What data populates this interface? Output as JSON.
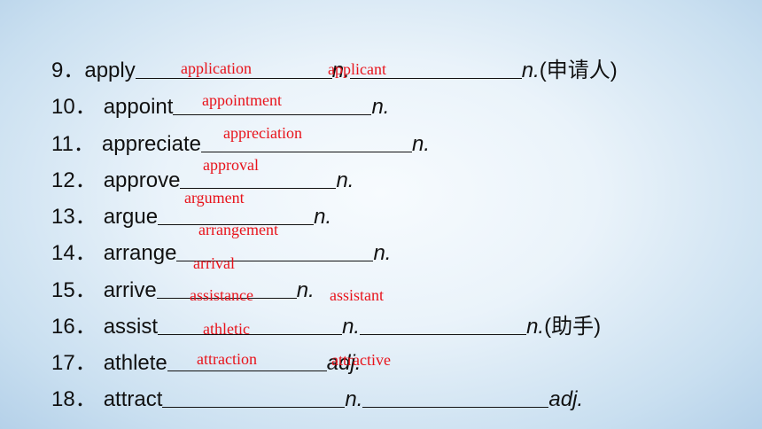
{
  "rows": [
    {
      "num": "9．",
      "word": "apply",
      "pos1": "n.",
      "pos2": "n.",
      "note": "(申请人)"
    },
    {
      "num": "10．",
      "word": "appoint",
      "pos1": "n."
    },
    {
      "num": "11．",
      "word": "appreciate",
      "pos1": "n."
    },
    {
      "num": "12．",
      "word": "approve",
      "pos1": "n."
    },
    {
      "num": "13．",
      "word": "argue",
      "pos1": "n."
    },
    {
      "num": "14．",
      "word": "arrange",
      "pos1": "n."
    },
    {
      "num": "15．",
      "word": "arrive",
      "pos1": "n."
    },
    {
      "num": "16．",
      "word": "assist",
      "pos1": "n.",
      "pos2": "n.",
      "note": "(助手)"
    },
    {
      "num": "17．",
      "word": "athlete",
      "pos1": "adj."
    },
    {
      "num": "18．",
      "word": "attract",
      "pos1": "n.",
      "pos2": "adj."
    }
  ],
  "answers": {
    "application": "application",
    "applicant": "applicant",
    "appointment": "appointment",
    "appreciation": "appreciation",
    "approval": "approval",
    "argument": "argument",
    "arrangement": "arrangement",
    "arrival": "arrival",
    "assistance": "assistance",
    "assistant": "assistant",
    "athletic": "athletic",
    "attraction": "attraction",
    "attractive": "attractive"
  },
  "colors": {
    "answer": "#e8131b",
    "text": "#111111",
    "background": "#eaf3fa"
  }
}
